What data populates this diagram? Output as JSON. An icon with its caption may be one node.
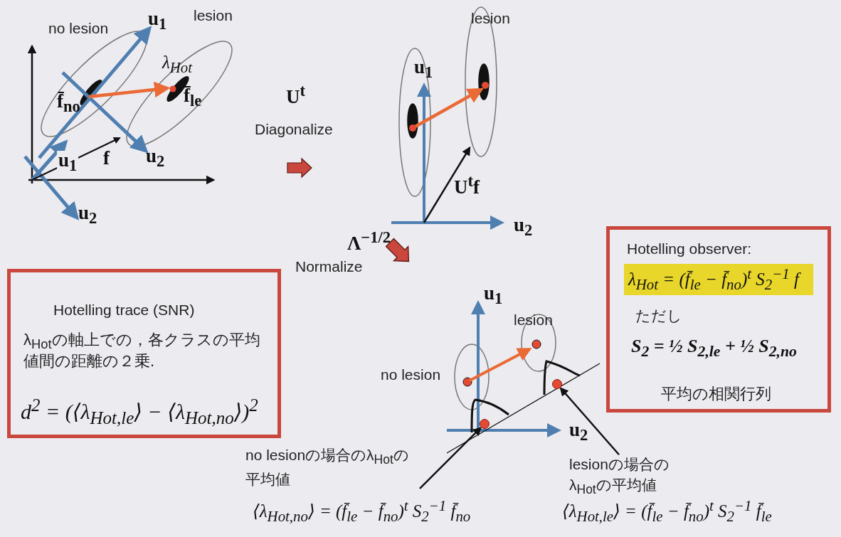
{
  "diagram": {
    "nodes": [
      {
        "text": [
          "Hotelling trace (SNR)",
          "λ$_{Hot}$の軸上での，各クラスの平均値間の距離の２乗.",
          "d$^{2}$ = (⟨λ$_{Hot,le}$⟩ − ⟨λ$_{Hot,no}$⟩)$^{2}$"
        ]
      },
      {
        "text": [
          "Hotelling observer:",
          "λ$_{Hot}$ = (f̄$_{le}$ − f̄$_{no}$)$^{t}$ S$_{2}$$^{−1}$ f",
          "ただし",
          "S$_{2}$ = ½ S$_{2,le}$ + ½ S$_{2,no}$",
          "平均の相関行列"
        ]
      },
      {
        "text": [
          "no lesionの場合のλ$_{Hot}$の平均値"
        ]
      },
      {
        "text": [
          "lesionの場合のλ$_{Hot}$の平均値"
        ]
      },
      {
        "text": [],
        "shape": "circle"
      },
      {
        "text": [],
        "shape": "circle"
      }
    ],
    "edges": [
      {
        "from": 2,
        "to": 4,
        "arrow": "to"
      },
      {
        "from": 3,
        "to": 5,
        "arrow": "to"
      }
    ],
    "labels": [
      "no lesion",
      "u$_{1}$",
      "lesion",
      "λ$_{Hot}$",
      "f̄$_{no}$",
      "f̄$_{le}$",
      "u$_{1}$",
      "f",
      "u$_{2}$",
      "u$_{2}$",
      "U$^{t}$",
      "Diagonalize",
      "lesion",
      "u$_{1}$",
      "U$^{t}$f",
      "u$_{2}$",
      "Λ$^{−1/2}$",
      "Normalize",
      "u$_{1}$",
      "lesion",
      "no lesion",
      "u$_{2}$",
      "⟨λ$_{Hot,no}$⟩ = (f̄$_{le}$ − f̄$_{no}$)$^{t}$ S$_{2}$$^{−1}$ f̄$_{no}$",
      "⟨λ$_{Hot,le}$⟩ = (f̄$_{le}$ − f̄$_{no}$)$^{t}$ S$_{2}$$^{−1}$ f̄$_{le}$"
    ]
  }
}
